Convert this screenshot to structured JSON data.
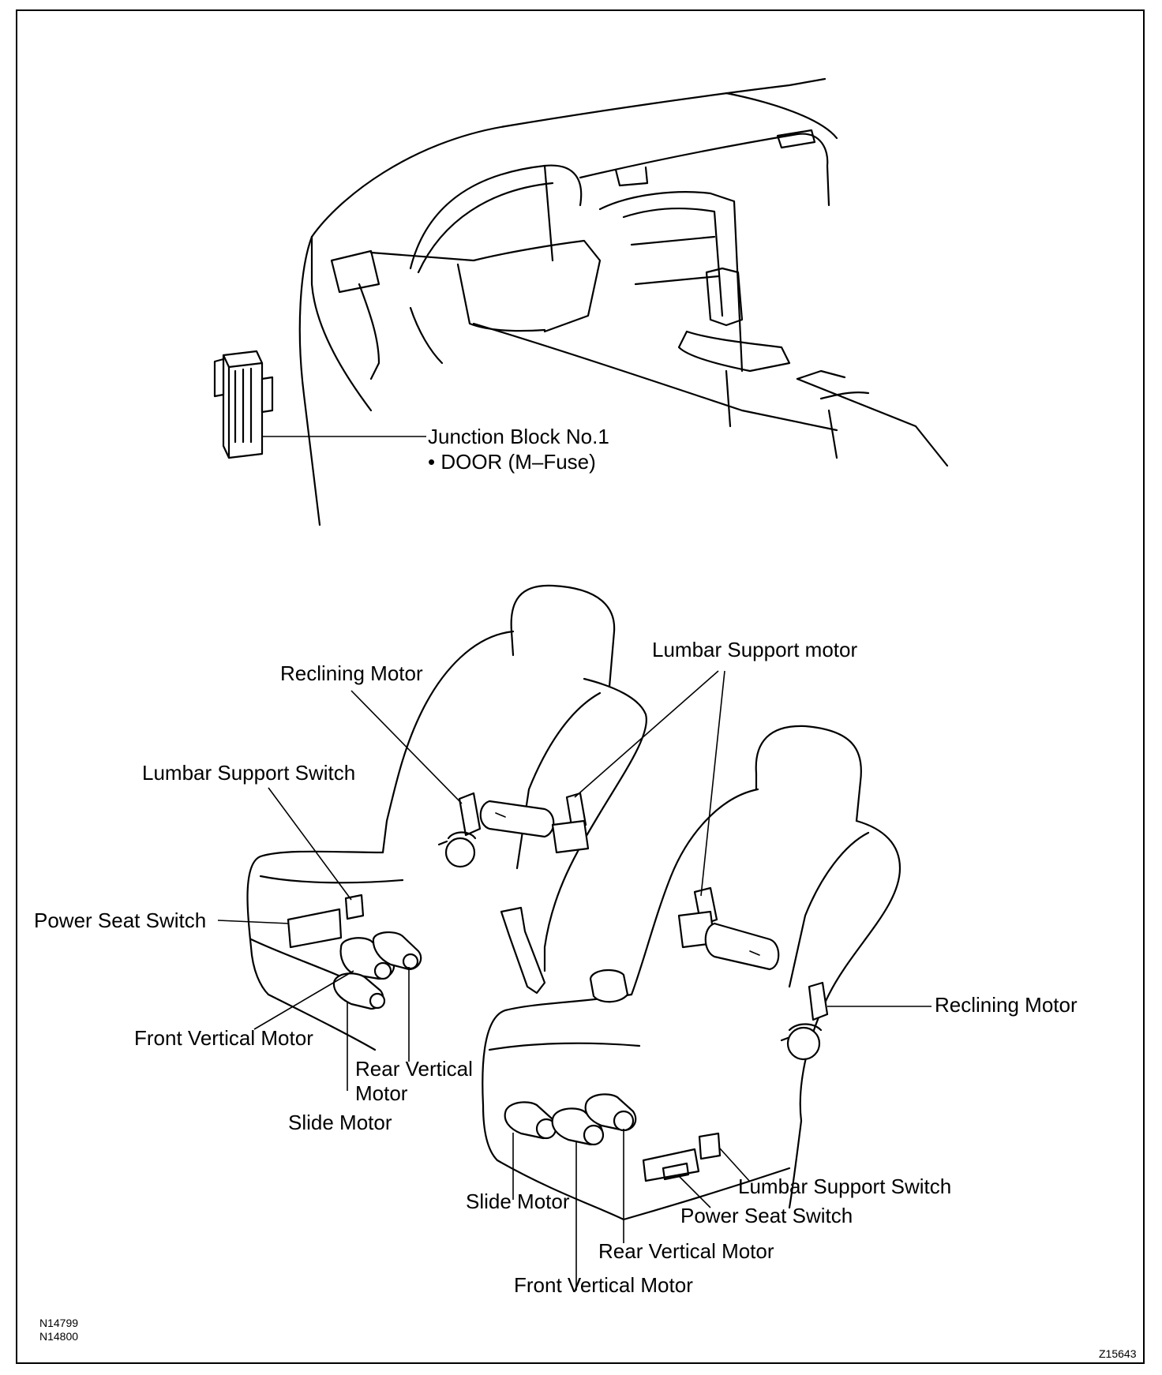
{
  "labels": {
    "junction_block": "Junction Block No.1",
    "door_fuse": "• DOOR (M–Fuse)",
    "reclining_motor_left": "Reclining Motor",
    "lumbar_support_motor": "Lumbar Support motor",
    "lumbar_support_switch_left": "Lumbar Support Switch",
    "power_seat_switch_left": "Power Seat Switch",
    "front_vertical_motor_left": "Front Vertical Motor",
    "rear_vertical_left_line1": "Rear Vertical",
    "rear_vertical_left_line2": "Motor",
    "slide_motor_left": "Slide Motor",
    "reclining_motor_right": "Reclining Motor",
    "lumbar_support_switch_right": "Lumbar Support Switch",
    "power_seat_switch_right": "Power Seat Switch",
    "slide_motor_right": "Slide Motor",
    "rear_vertical_motor_right": "Rear Vertical Motor",
    "front_vertical_motor_right": "Front Vertical Motor"
  },
  "codes": {
    "ref_1": "N14799",
    "ref_2": "N14800",
    "figure_id": "Z15643"
  }
}
